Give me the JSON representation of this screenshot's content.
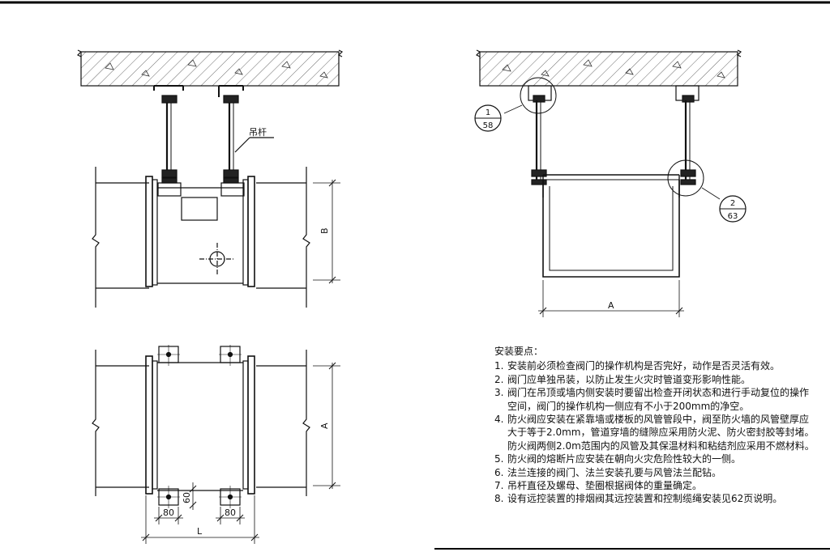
{
  "labels": {
    "hanger_rod": "吊杆",
    "dim_B": "B",
    "dim_A_side": "A",
    "dim_A_plan": "A",
    "dim_L": "L",
    "dim_80_left": "80",
    "dim_80_right": "80",
    "dim_60": "60"
  },
  "callouts": [
    {
      "top": "1",
      "bottom": "58"
    },
    {
      "top": "2",
      "bottom": "63"
    }
  ],
  "notes": {
    "title": "安装要点：",
    "items": [
      {
        "num": "1.",
        "lines": [
          "安装前必须检查阀门的操作机构是否完好，动作是否灵活有效。"
        ]
      },
      {
        "num": "2.",
        "lines": [
          "阀门应单独吊装，以防止发生火灾时管道变形影响性能。"
        ]
      },
      {
        "num": "3.",
        "lines": [
          "阀门在吊顶或墙内侧安装时要留出检查开闭状态和进行手动复位的操作",
          "空间，阀门的操作机构一侧应有不小于200mm的净空。"
        ]
      },
      {
        "num": "4.",
        "lines": [
          "防火阀应安装在紧靠墙或楼板的风管管段中，阀至防火墙的风管壁厚应",
          "大于等于2.0mm，管道穿墙的缝隙应采用防火泥、防火密封胶等封堵。",
          "防火阀两侧2.0m范围内的风管及其保温材料和粘结剂应采用不燃材料。"
        ]
      },
      {
        "num": "5.",
        "lines": [
          "防火阀的熔断片应安装在朝向火灾危险性较大的一侧。"
        ]
      },
      {
        "num": "6.",
        "lines": [
          "法兰连接的阀门、法兰安装孔要与风管法兰配钻。"
        ]
      },
      {
        "num": "7.",
        "lines": [
          "吊杆直径及螺母、垫圈根据阀体的重量确定。"
        ]
      },
      {
        "num": "8.",
        "lines": [
          "设有远控装置的排烟阀其远控装置和控制缆绳安装见62页说明。"
        ]
      }
    ]
  }
}
